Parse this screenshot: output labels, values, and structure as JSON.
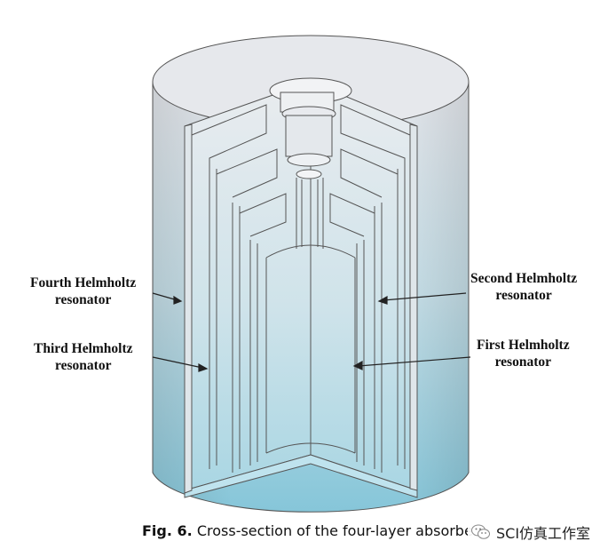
{
  "labels": {
    "fourth": [
      "Fourth Helmholtz",
      "resonator"
    ],
    "third": [
      "Third Helmholtz",
      "resonator"
    ],
    "second": [
      "Second Helmholtz",
      "resonator"
    ],
    "first": [
      "First Helmholtz",
      "resonator"
    ]
  },
  "caption": {
    "fig_label": "Fig. 6.",
    "text": "Cross-section of the four-layer absorber."
  },
  "watermark": {
    "text": "SCI仿真工作室",
    "icon": "wechat-logo-icon"
  },
  "colors": {
    "top_face": "#e6e8ec",
    "body_top": "#e2e5ea",
    "body_bottom": "#8ccbdc",
    "outline": "#555555"
  }
}
